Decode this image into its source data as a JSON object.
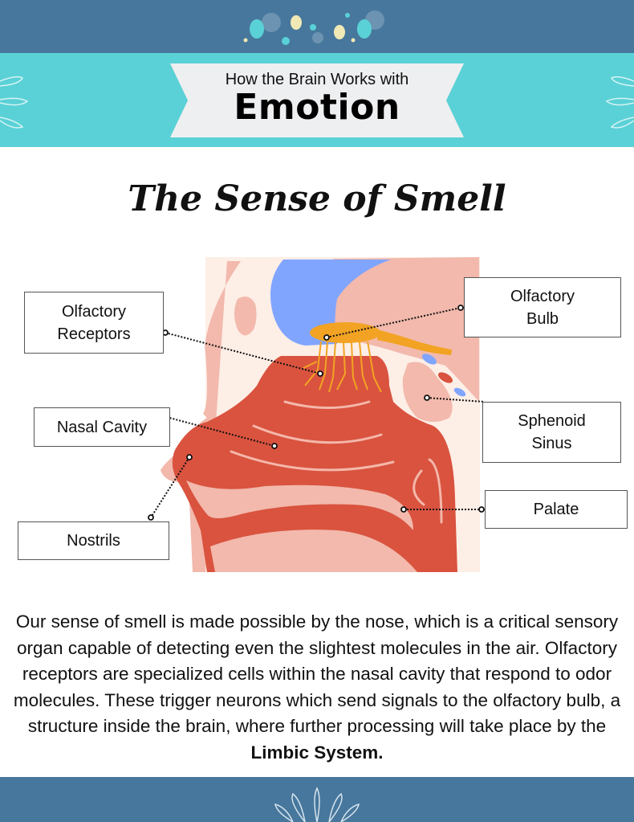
{
  "header": {
    "subtitle": "How the Brain Works with",
    "title": "Emotion"
  },
  "heading": "The Sense of Smell",
  "diagram": {
    "labels": {
      "olfactory_receptors": [
        "Olfactory",
        "Receptors"
      ],
      "olfactory_bulb": [
        "Olfactory",
        "Bulb"
      ],
      "nasal_cavity": "Nasal Cavity",
      "sphenoid_sinus": [
        "Sphenoid",
        "Sinus"
      ],
      "nostrils": "Nostrils",
      "palate": "Palate"
    }
  },
  "body": {
    "text": "Our sense of smell is made possible by the nose, which is a critical sensory organ capable of detecting even the slightest molecules in the air.  Olfactory receptors are specialized cells within the nasal cavity that respond to odor molecules. These trigger neurons which send signals to the olfactory bulb, a structure inside the brain, where further processing will take place by the ",
    "emphasis": "Limbic System."
  },
  "colors": {
    "top_bar": "#47779c",
    "band": "#5ad1d6",
    "tissue_red": "#d9533f",
    "skin_pink": "#f2b9ac",
    "brain_blue": "#80a5ff",
    "nerve_orange": "#f2a323"
  }
}
